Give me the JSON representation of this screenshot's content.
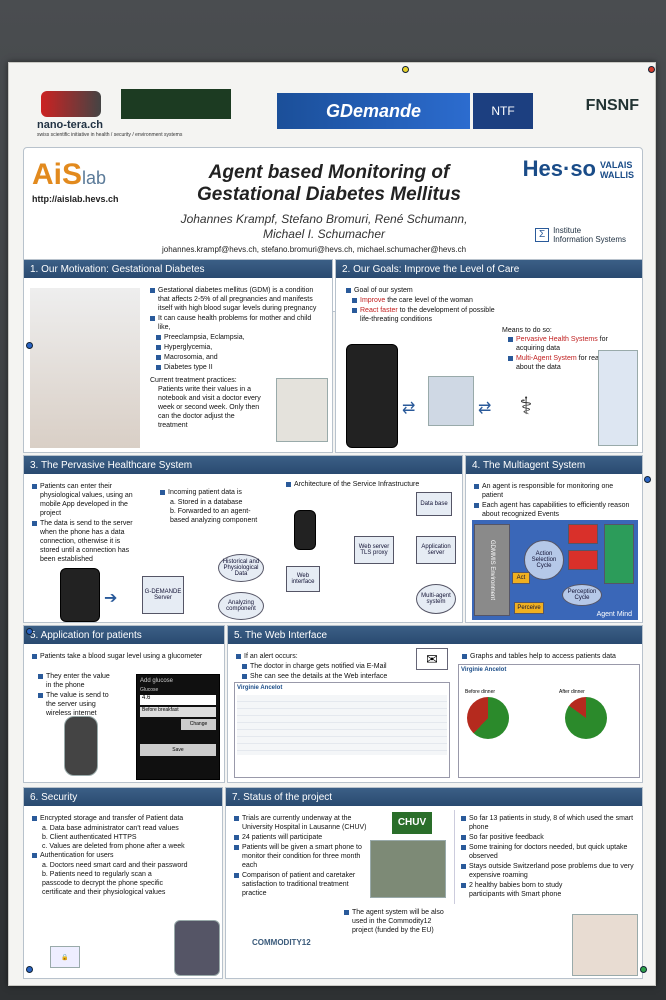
{
  "header": {
    "gdemande": "GDemande",
    "ntf": "NTF",
    "fnsnf": "FNSNF",
    "nanotera": "nano-tera.ch",
    "nanotera_sub": "swiss scientific initiative in health / security / environment systems"
  },
  "title": {
    "ais_a": "AiS",
    "ais_b": "lab",
    "url": "http://aislab.hevs.ch",
    "line1": "Agent based Monitoring of",
    "line2": "Gestational Diabetes Mellitus",
    "authors1": "Johannes Krampf, Stefano Bromuri, René Schumann,",
    "authors2": "Michael I. Schumacher",
    "emails": "johannes.krampf@hevs.ch, stefano.bromuri@hevs.ch, michael.schumacher@hevs.ch",
    "hes": "Hes·so",
    "hes_sub1": "VALAIS",
    "hes_sub2": "WALLIS",
    "inst1": "Institute",
    "inst2": "Information Systems"
  },
  "s1": {
    "title": "1. Our Motivation: Gestational Diabetes",
    "p1": "Gestational diabetes mellitus (GDM) is a condition that affects 2-5% of all pregnancies and manifests itself with high blood sugar levels during pregnancy",
    "p2": "It can cause health problems for mother and child like,",
    "sub": [
      "Preeclampsia, Eclampsia,",
      "Hyperglycemia,",
      "Macrosomia, and",
      "Diabetes type II"
    ],
    "current": "Current treatment practices:",
    "current_text": "Patients write their values in a notebook and visit a doctor every week or second week. Only then can the doctor adjust the treatment"
  },
  "s2": {
    "title": "2. Our Goals: Improve the Level of Care",
    "goal": "Goal of our system",
    "g1a": "Improve",
    "g1b": " the care level of the woman",
    "g2a": "React faster",
    "g2b": " to the development of possible life-threating conditions",
    "means": "Means to do so:",
    "m1a": "Pervasive Health Systems",
    "m1b": " for acquiring data",
    "m2a": "Multi-Agent System",
    "m2b": " for reasoning about the data"
  },
  "s3": {
    "title": "3. The Pervasive Healthcare System",
    "p1": "Patients can enter their physiological values, using an mobile App developed in the project",
    "p2": "The data is send to the server when the phone has a data connection, otherwise it is stored until a connection has been established",
    "p3": "Incoming patient data is",
    "p3a": "a. Stored in a database",
    "p3b": "b. Forwarded to an agent-based analyzing component",
    "arch": "Architecture of the Service Infrastructure",
    "n_server": "G-DEMANDE Server",
    "n_hist": "Historical and Physiological Data",
    "n_analyze": "Analyzing component",
    "n_db": "Data base",
    "n_web": "Web server TLS proxy",
    "n_app": "Application server",
    "n_webif": "Web interface",
    "n_mas": "Multi-agent system"
  },
  "s4": {
    "title": "4. The Multiagent System",
    "p1": "An agent is responsible for monitoring one patient",
    "p2": "Each agent has capabilities to efficiently reason about recognized Events",
    "env": "GDMMIS Environment",
    "act": "Act",
    "perceive": "Perceive",
    "mind": "Agent Mind",
    "asc": "Action Selection Cycle",
    "pc": "Perception Cycle"
  },
  "s5": {
    "title": "5. Application for patients",
    "p1": "Patients take a blood sugar level using a glucometer",
    "p2": "They enter the value in the phone",
    "p3": "The value is send to the server using wireless internet",
    "add": "Add glucose",
    "glucose": "Glucose",
    "value": "4.6",
    "before": "Before breakfast",
    "change": "Change",
    "save": "Save"
  },
  "s5b": {
    "title": "5. The Web Interface",
    "p1": "If an alert occurs:",
    "s1": "The doctor in charge gets notified via E-Mail",
    "s2": "She can see the details at the Web interface",
    "graphs": "Graphs and tables help to access patients data",
    "patient": "Virginie Ancelot",
    "before": "Before dinner",
    "after": "After dinner"
  },
  "s6": {
    "title": "6. Security",
    "p1": "Encrypted storage and transfer of Patient data",
    "a": "a. Data base administrator can't read values",
    "b": "b. Client authenticated HTTPS",
    "c": "c. Values are deleted from phone after a week",
    "p2": "Authentication for users",
    "d": "a. Doctors need smart card and their password",
    "e": "b. Patients need to regularly scan a passcode to decrypt the phone specific certificate and their physiological values"
  },
  "s7": {
    "title": "7. Status of the project",
    "p1": "Trials are currently underway at the University Hospital in Lausanne (CHUV)",
    "p2": "24 patients will participate",
    "p3": "Patients will be given a smart phone to monitor their condition for three month each",
    "p4": "Comparison of patient and caretaker satisfaction to traditional treatment practice",
    "p5": "The agent system will be also used in the Commodity12 project (funded by the EU)",
    "chuv": "CHUV",
    "commodity": "COMMODITY12",
    "r1": "So far 13 patients in study, 8 of which used the smart phone",
    "r2": "So far positive feedback",
    "r3": "Some training for doctors needed, but quick uptake observed",
    "r4": "Stays outside Switzerland pose problems due to very expensive roaming",
    "r5": "2 healthy babies born to study participants with Smart phone"
  }
}
